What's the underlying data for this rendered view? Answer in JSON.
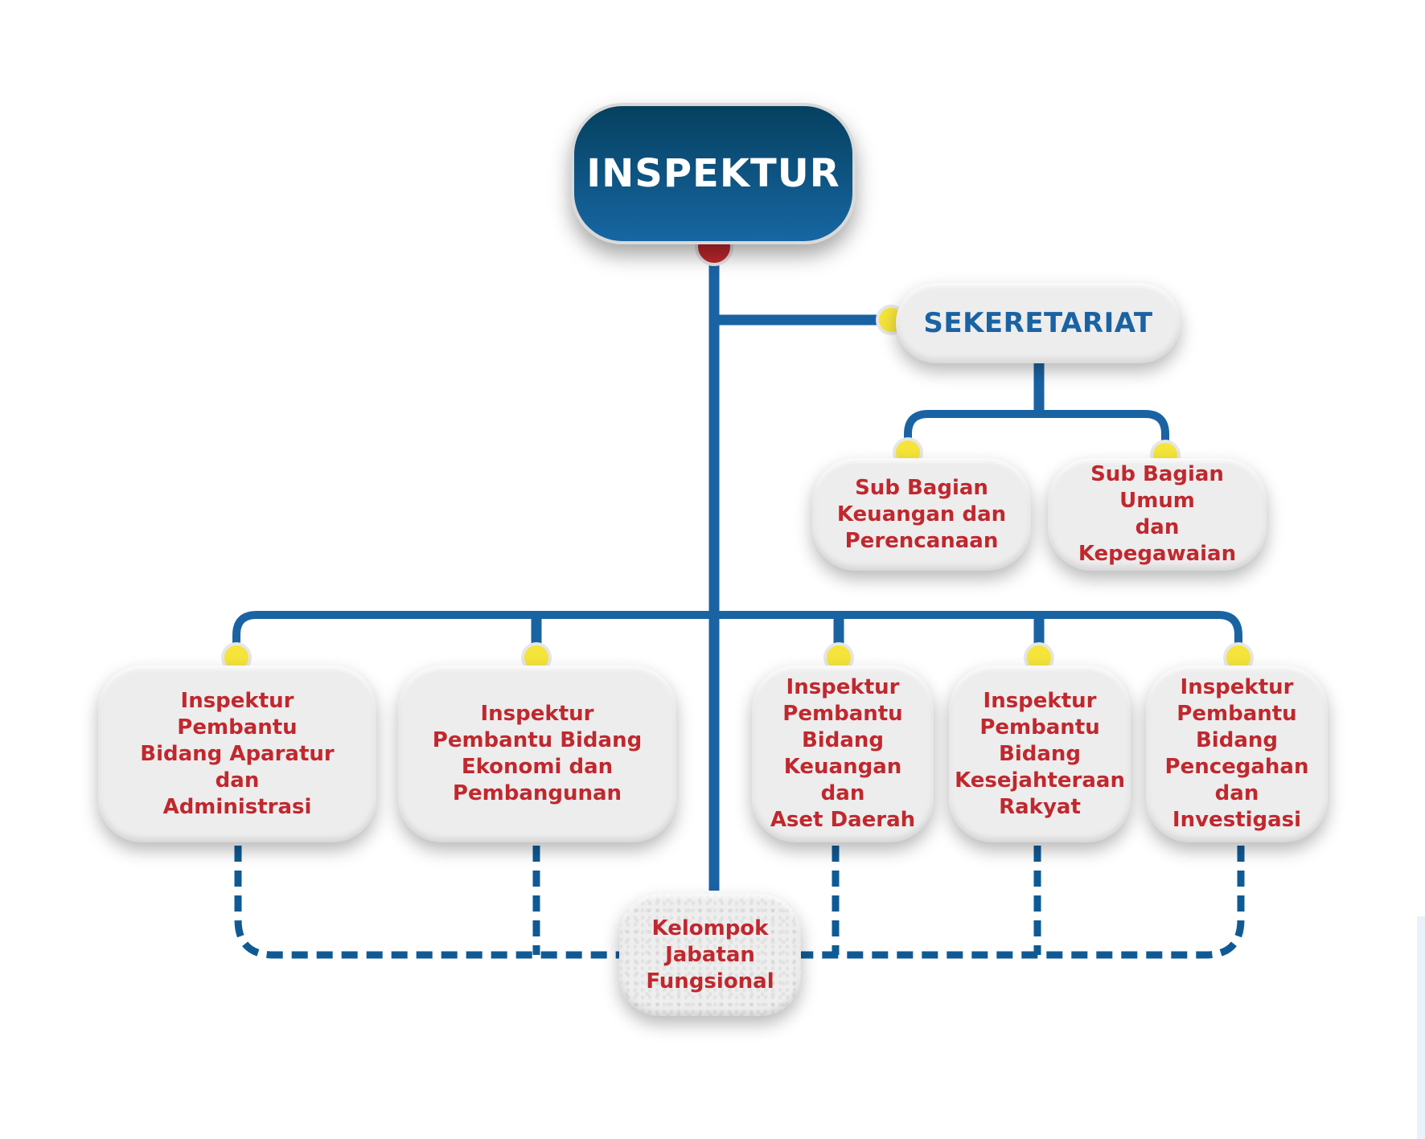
{
  "diagram": {
    "top": {
      "label": "INSPEKTUR"
    },
    "secretariat": {
      "label": "SEKERETARIAT"
    },
    "sub_units": [
      {
        "label": "Sub Bagian\nKeuangan dan\nPerencanaan"
      },
      {
        "label": "Sub Bagian Umum\ndan Kepegawaian"
      }
    ],
    "assistants": [
      {
        "label": "Inspektur\nPembantu\nBidang Aparatur\ndan\nAdministrasi"
      },
      {
        "label": "Inspektur\nPembantu Bidang\nEkonomi dan\nPembangunan"
      },
      {
        "label": "Inspektur\nPembantu\nBidang\nKeuangan dan\nAset Daerah"
      },
      {
        "label": "Inspektur\nPembantu\nBidang\nKesejahteraan\nRakyat"
      },
      {
        "label": "Inspektur\nPembantu\nBidang\nPencegahan\ndan Investigasi"
      }
    ],
    "functional_group": {
      "label": "Kelompok\nJabatan\nFungsional"
    },
    "colors": {
      "line": "#1a63a3",
      "dashed_line": "#0f5a95",
      "top_node_dot": "#c0272d",
      "connector_dot": "#f5e43a",
      "label_red": "#c0282e",
      "label_blue": "#1a63a3"
    }
  }
}
